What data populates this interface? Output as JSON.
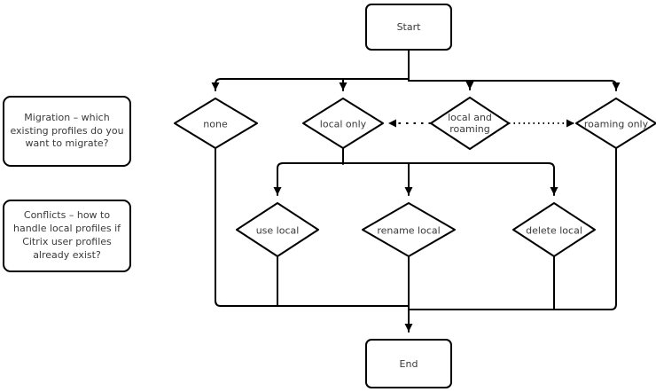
{
  "nodes": {
    "start": "Start",
    "none": "none",
    "local_only": "local only",
    "local_and_roaming": "local and roaming",
    "roaming_only": "roaming only",
    "use_local": "use local",
    "rename_local": "rename local",
    "delete_local": "delete local",
    "end": "End"
  },
  "annotations": {
    "migration": "Migration – which existing profiles do you want to migrate?",
    "conflicts": "Conflicts – how to handle local profiles if Citrix user profiles already exist?"
  },
  "colors": {
    "line": "#000000",
    "text": "#3a3a3a",
    "background": "#ffffff"
  }
}
